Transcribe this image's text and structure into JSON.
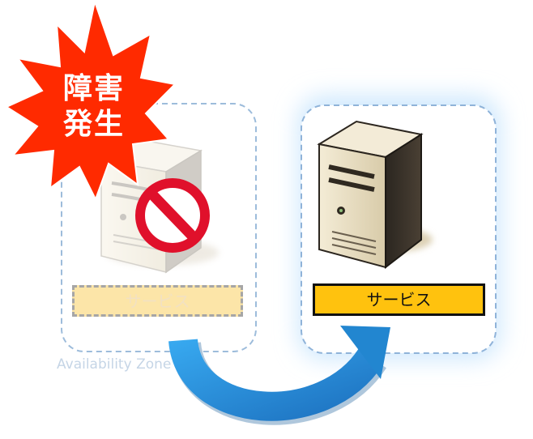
{
  "failure_badge": {
    "line1": "障害",
    "line2": "発生",
    "color": "#ff2a00"
  },
  "zone_failed": {
    "service_label": "サービス"
  },
  "zone_active": {
    "service_label": "サービス"
  },
  "zone_caption": "Availability Zone",
  "icons": {
    "server_failed": "server-icon",
    "server_active": "server-icon",
    "prohibited": "prohibited-icon",
    "failover_arrow": "curved-arrow-icon"
  },
  "colors": {
    "zone_border": "#8fb3d9",
    "active_glow": "#bfe0fb",
    "service_active_fill": "#ffc20e",
    "service_failed_fill": "#fce5a8",
    "arrow": "#2a8fd6",
    "prohibited": "#e0102b"
  }
}
